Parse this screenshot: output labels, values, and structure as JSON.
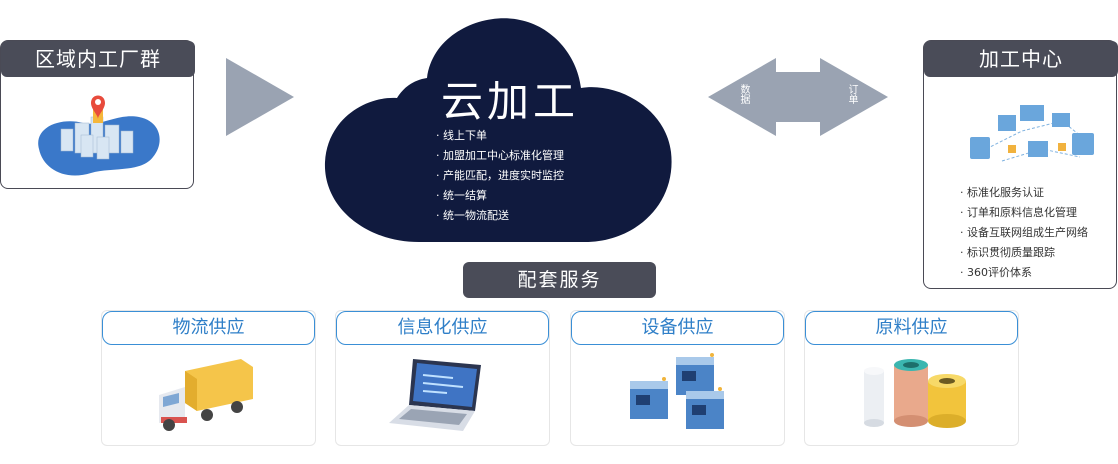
{
  "region": {
    "title": "区域内工厂群"
  },
  "cloud": {
    "title": "云加工",
    "bullets": [
      "· 线上下单",
      "· 加盟加工中心标准化管理",
      "· 产能匹配，进度实时监控",
      "· 统一结算",
      "· 统一物流配送"
    ]
  },
  "flow": {
    "data_label": "数据",
    "order_label": "订单"
  },
  "center": {
    "title": "加工中心",
    "bullets": [
      "· 标准化服务认证",
      "· 订单和原料信息化管理",
      "· 设备互联网组成生产网络",
      "· 标识贯彻质量跟踪",
      "· 360评价体系"
    ]
  },
  "services": {
    "title": "配套服务",
    "items": [
      {
        "label": "物流供应",
        "icon": "truck-icon"
      },
      {
        "label": "信息化供应",
        "icon": "laptop-icon"
      },
      {
        "label": "设备供应",
        "icon": "servers-icon"
      },
      {
        "label": "原料供应",
        "icon": "materials-icon"
      }
    ]
  },
  "colors": {
    "dark": "#4a4c58",
    "navy": "#101a3e",
    "blue": "#2f7fc8",
    "arrow_gray": "#9aa3b2"
  }
}
